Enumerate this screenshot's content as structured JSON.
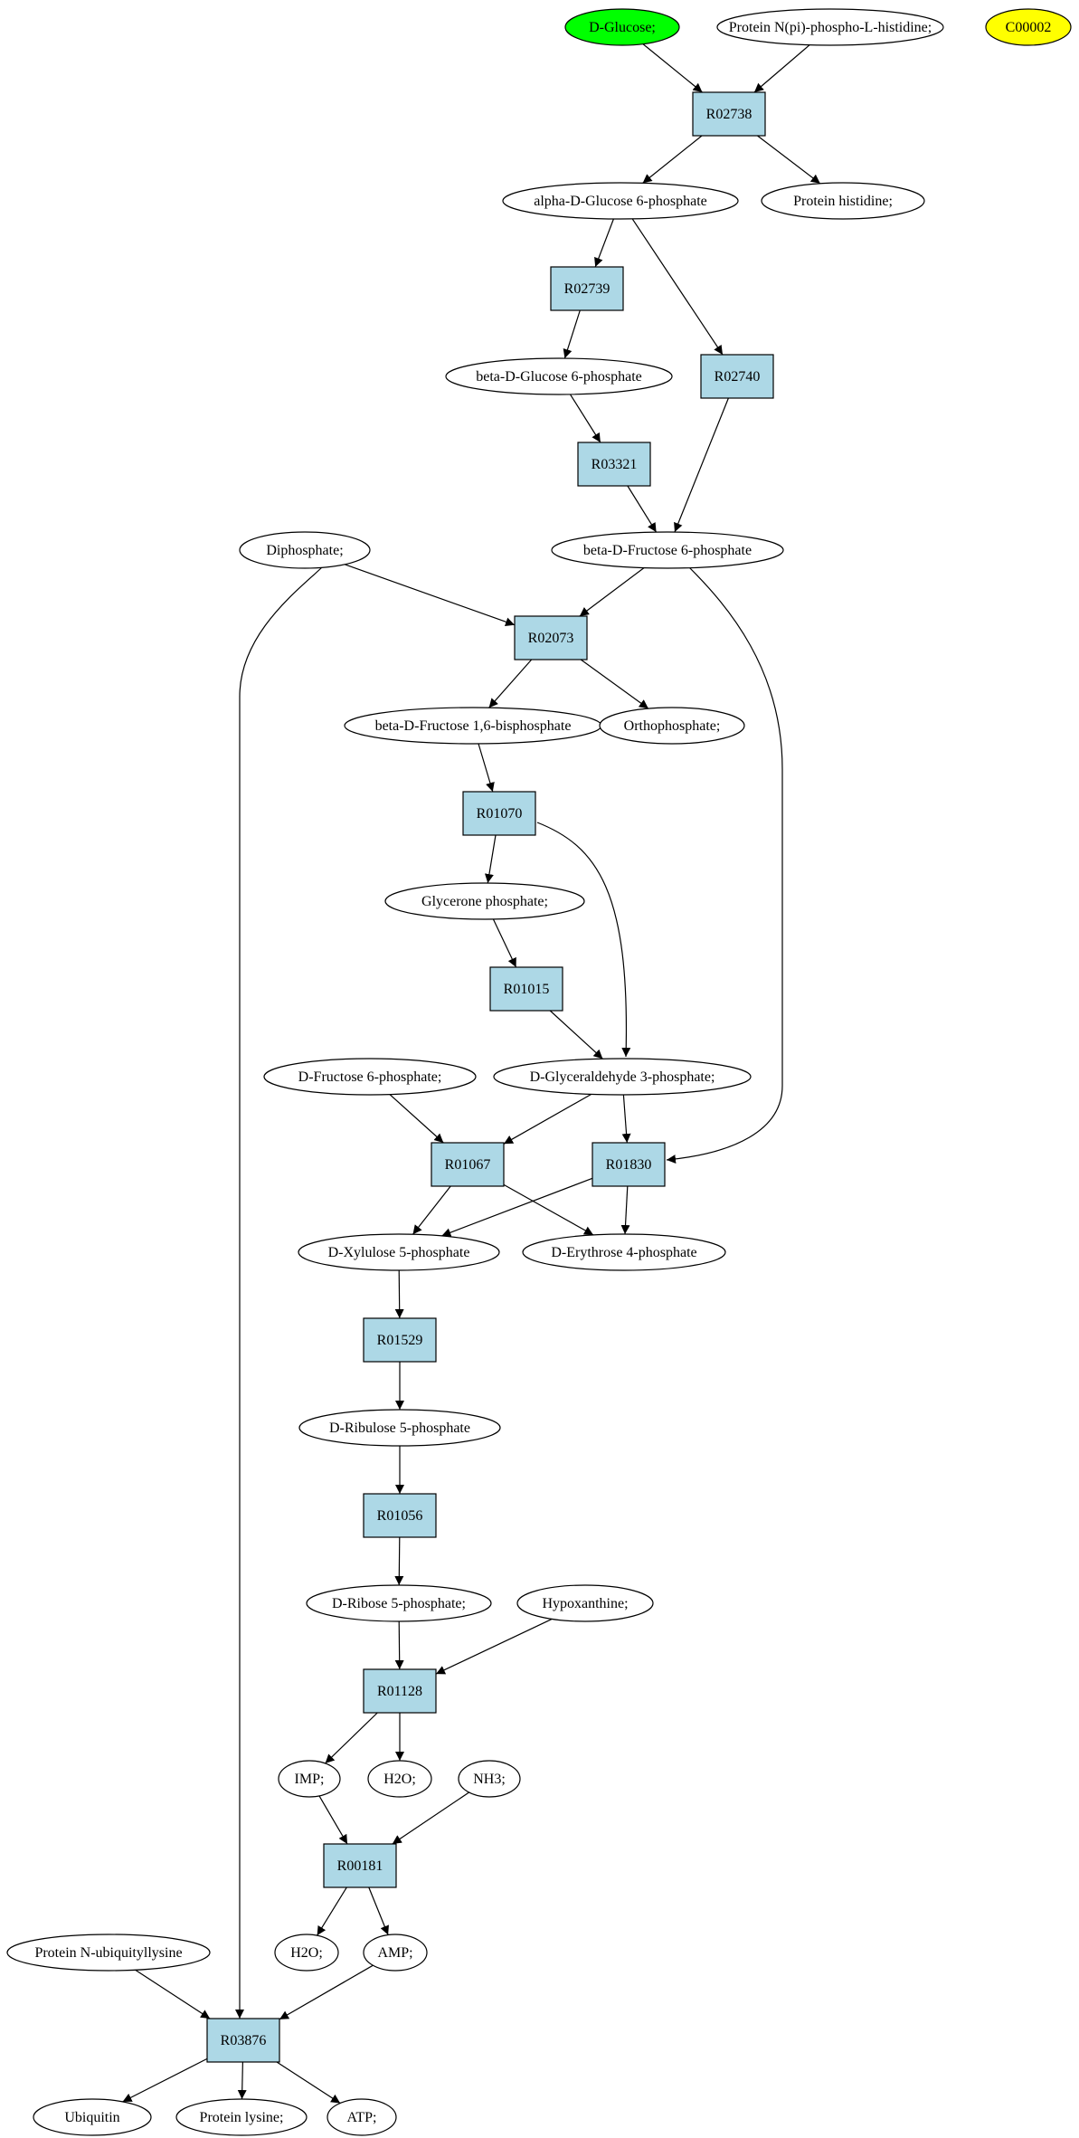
{
  "colors": {
    "reaction_fill": "#add8e6",
    "compound_fill": "#ffffff",
    "highlight_green": "#00ff00",
    "highlight_yellow": "#ffff00",
    "stroke": "#000000"
  },
  "nodes": [
    {
      "id": "dglucose",
      "label": "D-Glucose;",
      "kind": "compound",
      "fill": "#00ff00"
    },
    {
      "id": "protnpi",
      "label": "Protein N(pi)-phospho-L-histidine;",
      "kind": "compound"
    },
    {
      "id": "c00002",
      "label": "C00002",
      "kind": "compound",
      "fill": "#ffff00"
    },
    {
      "id": "r02738",
      "label": "R02738",
      "kind": "reaction"
    },
    {
      "id": "adg6p",
      "label": "alpha-D-Glucose 6-phosphate",
      "kind": "compound"
    },
    {
      "id": "prothis",
      "label": "Protein histidine;",
      "kind": "compound"
    },
    {
      "id": "r02739",
      "label": "R02739",
      "kind": "reaction"
    },
    {
      "id": "bdg6p",
      "label": "beta-D-Glucose 6-phosphate",
      "kind": "compound"
    },
    {
      "id": "r02740",
      "label": "R02740",
      "kind": "reaction"
    },
    {
      "id": "r03321",
      "label": "R03321",
      "kind": "reaction"
    },
    {
      "id": "diphos",
      "label": "Diphosphate;",
      "kind": "compound"
    },
    {
      "id": "bdf6p",
      "label": "beta-D-Fructose 6-phosphate",
      "kind": "compound"
    },
    {
      "id": "r02073",
      "label": "R02073",
      "kind": "reaction"
    },
    {
      "id": "bdf16bp",
      "label": "beta-D-Fructose 1,6-bisphosphate",
      "kind": "compound"
    },
    {
      "id": "orthophos",
      "label": "Orthophosphate;",
      "kind": "compound"
    },
    {
      "id": "r01070",
      "label": "R01070",
      "kind": "reaction"
    },
    {
      "id": "gp",
      "label": "Glycerone phosphate;",
      "kind": "compound"
    },
    {
      "id": "r01015",
      "label": "R01015",
      "kind": "reaction"
    },
    {
      "id": "df6p",
      "label": "D-Fructose 6-phosphate;",
      "kind": "compound"
    },
    {
      "id": "dg3p",
      "label": "D-Glyceraldehyde 3-phosphate;",
      "kind": "compound"
    },
    {
      "id": "r01067",
      "label": "R01067",
      "kind": "reaction"
    },
    {
      "id": "r01830",
      "label": "R01830",
      "kind": "reaction"
    },
    {
      "id": "dx5p",
      "label": "D-Xylulose 5-phosphate",
      "kind": "compound"
    },
    {
      "id": "de4p",
      "label": "D-Erythrose 4-phosphate",
      "kind": "compound"
    },
    {
      "id": "r01529",
      "label": "R01529",
      "kind": "reaction"
    },
    {
      "id": "dru5p",
      "label": "D-Ribulose 5-phosphate",
      "kind": "compound"
    },
    {
      "id": "r01056",
      "label": "R01056",
      "kind": "reaction"
    },
    {
      "id": "dr5p",
      "label": "D-Ribose 5-phosphate;",
      "kind": "compound"
    },
    {
      "id": "hypox",
      "label": "Hypoxanthine;",
      "kind": "compound"
    },
    {
      "id": "r01128",
      "label": "R01128",
      "kind": "reaction"
    },
    {
      "id": "imp",
      "label": "IMP;",
      "kind": "compound"
    },
    {
      "id": "h2o_a",
      "label": "H2O;",
      "kind": "compound"
    },
    {
      "id": "nh3",
      "label": "NH3;",
      "kind": "compound"
    },
    {
      "id": "r00181",
      "label": "R00181",
      "kind": "reaction"
    },
    {
      "id": "protnub",
      "label": "Protein N-ubiquityllysine",
      "kind": "compound"
    },
    {
      "id": "h2o_b",
      "label": "H2O;",
      "kind": "compound"
    },
    {
      "id": "amp",
      "label": "AMP;",
      "kind": "compound"
    },
    {
      "id": "r03876",
      "label": "R03876",
      "kind": "reaction"
    },
    {
      "id": "ubiq",
      "label": "Ubiquitin",
      "kind": "compound"
    },
    {
      "id": "protlys",
      "label": "Protein lysine;",
      "kind": "compound"
    },
    {
      "id": "atp",
      "label": "ATP;",
      "kind": "compound"
    }
  ],
  "edges": [
    [
      "dglucose",
      "r02738"
    ],
    [
      "protnpi",
      "r02738"
    ],
    [
      "r02738",
      "adg6p"
    ],
    [
      "r02738",
      "prothis"
    ],
    [
      "adg6p",
      "r02739"
    ],
    [
      "adg6p",
      "r02740"
    ],
    [
      "r02739",
      "bdg6p"
    ],
    [
      "bdg6p",
      "r03321"
    ],
    [
      "r03321",
      "bdf6p"
    ],
    [
      "r02740",
      "bdf6p"
    ],
    [
      "diphos",
      "r02073"
    ],
    [
      "bdf6p",
      "r02073"
    ],
    [
      "r02073",
      "bdf16bp"
    ],
    [
      "r02073",
      "orthophos"
    ],
    [
      "bdf16bp",
      "r01070"
    ],
    [
      "r01070",
      "gp"
    ],
    [
      "r01070",
      "dg3p"
    ],
    [
      "gp",
      "r01015"
    ],
    [
      "r01015",
      "dg3p"
    ],
    [
      "bdf6p",
      "r01830"
    ],
    [
      "df6p",
      "r01067"
    ],
    [
      "dg3p",
      "r01067"
    ],
    [
      "dg3p",
      "r01830"
    ],
    [
      "r01067",
      "dx5p"
    ],
    [
      "r01067",
      "de4p"
    ],
    [
      "r01830",
      "dx5p"
    ],
    [
      "r01830",
      "de4p"
    ],
    [
      "dx5p",
      "r01529"
    ],
    [
      "r01529",
      "dru5p"
    ],
    [
      "dru5p",
      "r01056"
    ],
    [
      "r01056",
      "dr5p"
    ],
    [
      "dr5p",
      "r01128"
    ],
    [
      "hypox",
      "r01128"
    ],
    [
      "r01128",
      "imp"
    ],
    [
      "r01128",
      "h2o_a"
    ],
    [
      "imp",
      "r00181"
    ],
    [
      "nh3",
      "r00181"
    ],
    [
      "r00181",
      "h2o_b"
    ],
    [
      "r00181",
      "amp"
    ],
    [
      "diphos",
      "r03876"
    ],
    [
      "protnub",
      "r03876"
    ],
    [
      "amp",
      "r03876"
    ],
    [
      "r03876",
      "ubiq"
    ],
    [
      "r03876",
      "protlys"
    ],
    [
      "r03876",
      "atp"
    ]
  ]
}
